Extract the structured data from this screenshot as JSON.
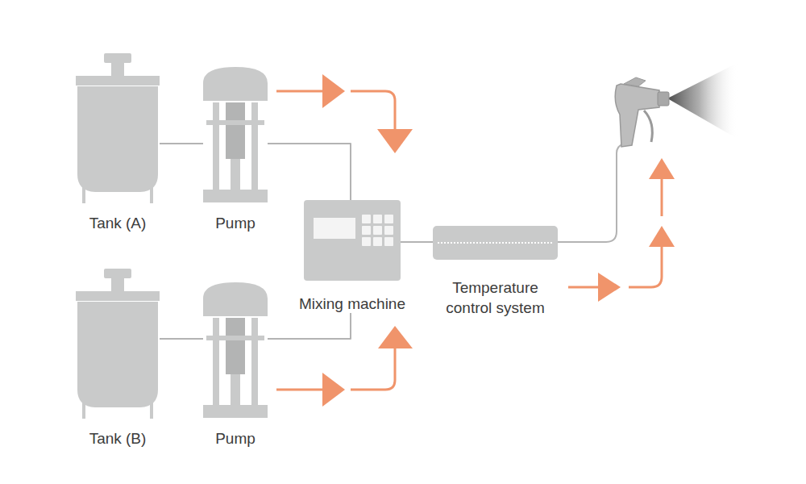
{
  "diagram": {
    "nodes": [
      {
        "text": [
          "Tank (A)"
        ]
      },
      {
        "text": [
          "Pump"
        ]
      },
      {
        "text": [
          "Mixing machine"
        ]
      },
      {
        "text": [
          "Temperature control system"
        ]
      },
      {
        "text": [
          "Tank (B)"
        ]
      },
      {
        "text": [
          "Pump"
        ]
      }
    ],
    "edges": [
      {
        "from": 0,
        "to": 1,
        "arrow": "none"
      },
      {
        "from": 1,
        "to": 2,
        "arrow": "none"
      },
      {
        "from": 2,
        "to": 3,
        "arrow": "none"
      },
      {
        "from": 4,
        "to": 5,
        "arrow": "none"
      },
      {
        "from": 5,
        "to": 2,
        "arrow": "none"
      }
    ]
  }
}
